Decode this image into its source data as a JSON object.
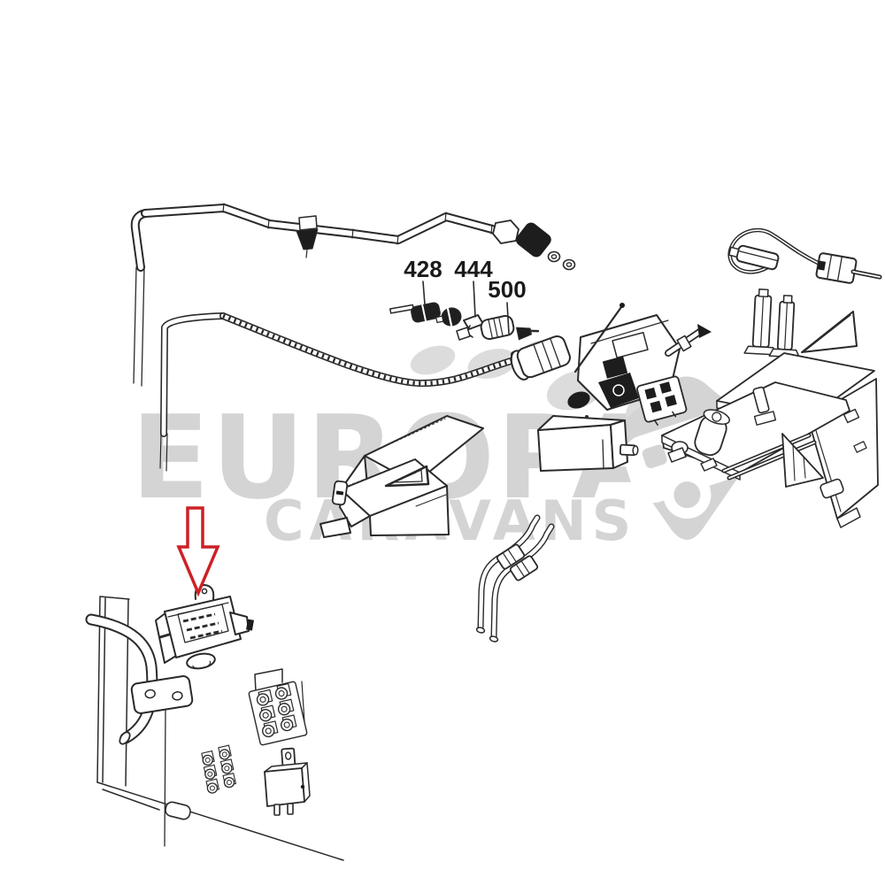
{
  "watermark": {
    "line1": "EUROPA",
    "line2": "CARAVANS",
    "color": "#d4d4d4",
    "logo": "caravan-logo"
  },
  "part_labels": [
    {
      "text": "428"
    },
    {
      "text": "444"
    },
    {
      "text": "500"
    }
  ],
  "colors": {
    "line_art": "#2a2a2a",
    "dark_fill": "#1d1d1d",
    "arrow": "#cc2127",
    "watermark_gray": "#d4d4d4",
    "background": "#ffffff"
  },
  "annotations": {
    "arrow": "red-down-arrow-pointing-to-control-unit"
  },
  "parts": [
    "gas-supply-pipe",
    "gas-pipe-with-braided-hose",
    "sensor-part-428",
    "interrupter-part-444",
    "solenoid-part-500",
    "gas-valve-assembly",
    "ignition-cable",
    "mounting-brackets",
    "mounting-plate-assembly",
    "warning-cover",
    "control-box",
    "burner-feed-tubes",
    "side-panel-with-tube",
    "mounting-bracket-plate",
    "control-unit",
    "terminal-block-large",
    "terminal-block-small",
    "relay"
  ]
}
